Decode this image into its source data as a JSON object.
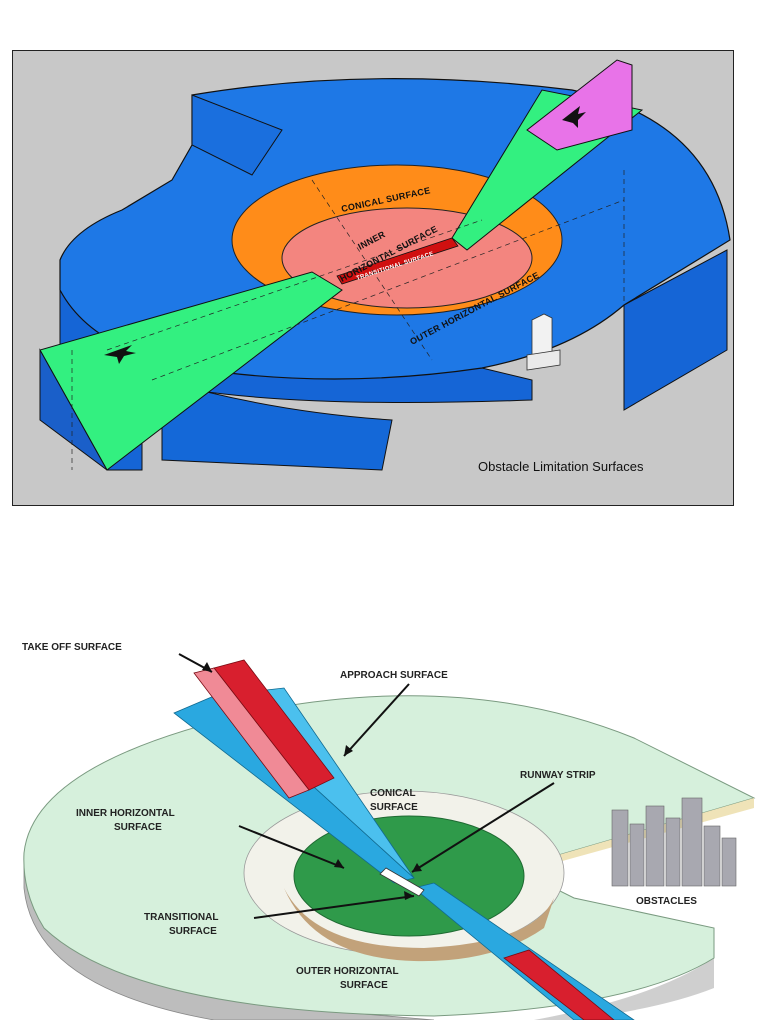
{
  "figure_top": {
    "caption": "Obstacle Limitation Surfaces",
    "labels": {
      "conical": "CONICAL SURFACE",
      "inner_line1": "INNER",
      "inner_line2": "HORIZONTAL SURFACE",
      "transitional": "TRANSITIONAL SURFACE",
      "outer": "OUTER HORIZONTAL SURFACE"
    },
    "colors": {
      "background": "#c8c8c8",
      "outer_surface": "#1e78e6",
      "conical": "#ff8c19",
      "inner_horizontal": "#f3857f",
      "approach": "#33f080",
      "takeoff": "#e873e8",
      "runway": "#d01010"
    }
  },
  "figure_bottom": {
    "labels": {
      "takeoff": "TAKE OFF SURFACE",
      "approach": "APPROACH SURFACE",
      "conical_line1": "CONICAL",
      "conical_line2": "SURFACE",
      "runway_strip": "RUNWAY STRIP",
      "inner_line1": "INNER HORIZONTAL",
      "inner_line2": "SURFACE",
      "transitional_line1": "TRANSITIONAL",
      "transitional_line2": "SURFACE",
      "obstacles": "OBSTACLES",
      "outer_line1": "OUTER HORIZONTAL",
      "outer_line2": "SURFACE"
    },
    "colors": {
      "outer_surface": "#d6f0dc",
      "inner_horizontal": "#2f9a4a",
      "approach": "#2aa8e0",
      "takeoff": "#d81f2e",
      "conical": "#f2f2ea",
      "ground": "#c2a27a"
    }
  }
}
